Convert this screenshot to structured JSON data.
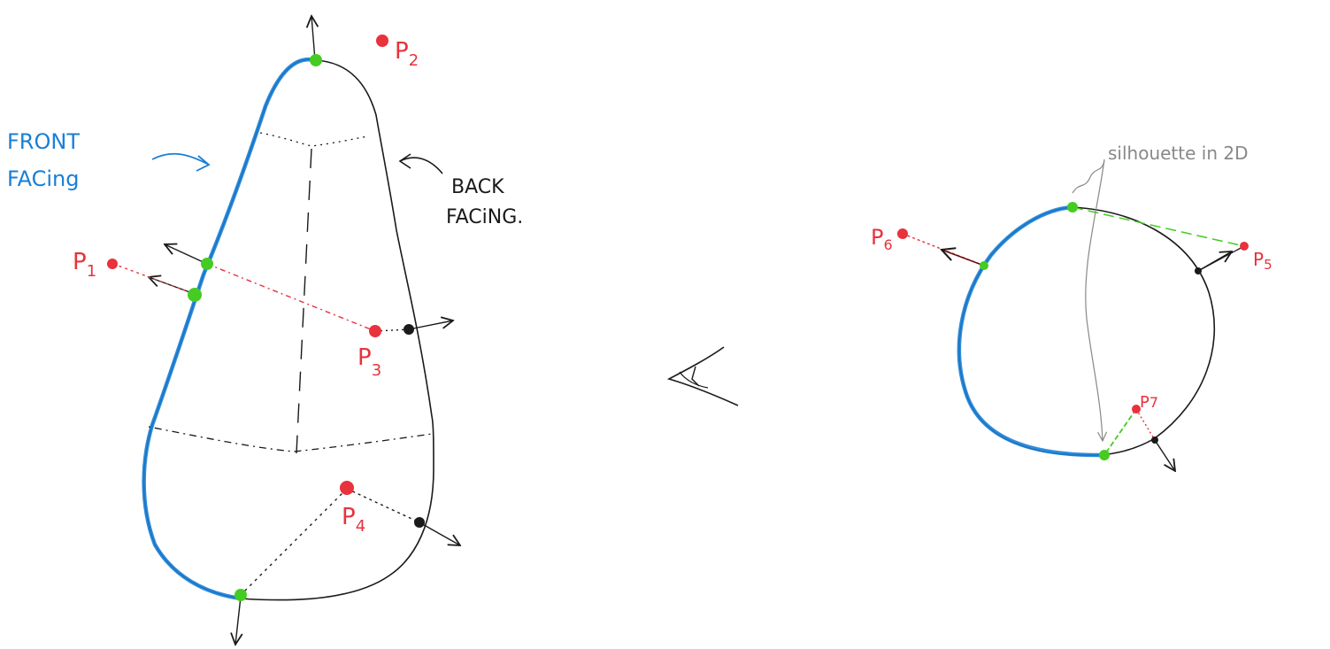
{
  "labels": {
    "front_facing_line1": "FRONT",
    "front_facing_line2": "FACing",
    "back_facing_line1": "BACK",
    "back_facing_line2": "FACiNG.",
    "silhouette": "silhouette in 2D"
  },
  "points": {
    "p1": {
      "letter": "P",
      "sub": "1"
    },
    "p2": {
      "letter": "P",
      "sub": "2"
    },
    "p3": {
      "letter": "P",
      "sub": "3"
    },
    "p4": {
      "letter": "P",
      "sub": "4"
    },
    "p5": {
      "letter": "P",
      "sub": "5"
    },
    "p6": {
      "letter": "P",
      "sub": "6"
    },
    "p7": {
      "letter": "P",
      "sub": "7"
    }
  },
  "colors": {
    "outline": "#1a1a1a",
    "front_facing": "#1a7fd6",
    "silhouette_point": "#44cc22",
    "back_point": "#1a1a1a",
    "query_point": "#e8323c",
    "annotation": "#888888"
  }
}
